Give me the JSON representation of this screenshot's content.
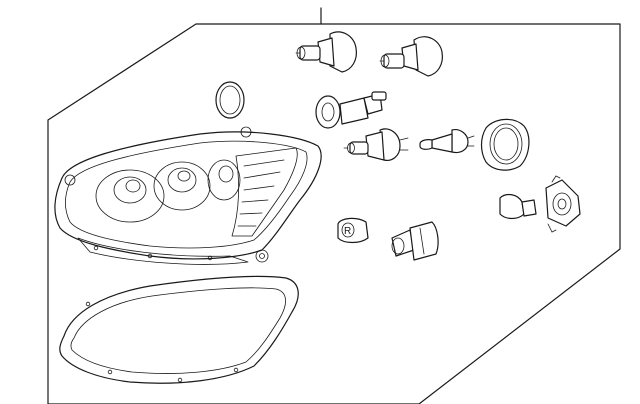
{
  "diagram": {
    "background": "#ffffff",
    "line_color": "#1a1a1a",
    "parts": [
      "headlamp-assembly",
      "lens-cover",
      "bulb-h7-left",
      "bulb-h7-right",
      "bulb-xenon",
      "bulb-h7-center",
      "bulb-small",
      "o-ring-seal",
      "cap-ring",
      "bulb-socket-small",
      "bulb-socket-large",
      "bulb-wedge",
      "socket-bracket"
    ]
  }
}
